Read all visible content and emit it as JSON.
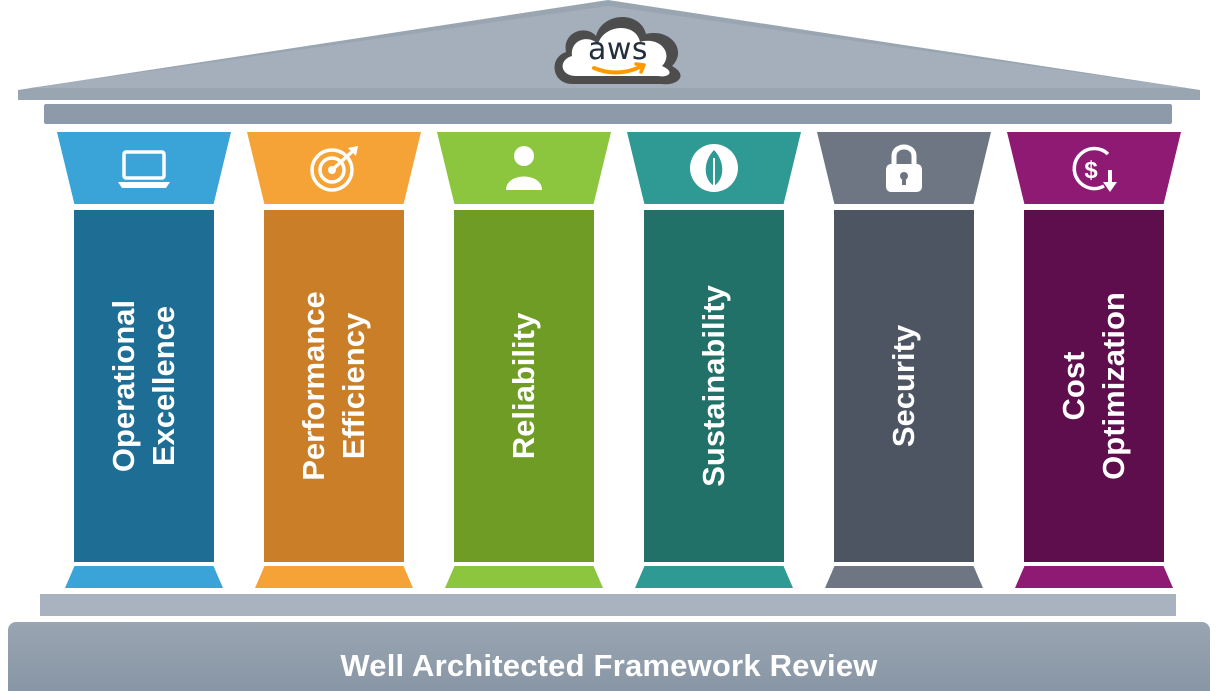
{
  "logo": {
    "text": "aws",
    "icon": "aws-cloud-logo",
    "smile_color": "#ff9900"
  },
  "pillars": [
    {
      "id": "operational-excellence",
      "lines": [
        "Operational",
        "Excellence"
      ],
      "icon": "laptop-icon",
      "cap_color": "#3aa3d7",
      "shaft_color": "#1d6d95",
      "base_color": "#3aa3d7"
    },
    {
      "id": "performance-efficiency",
      "lines": [
        "Performance",
        "Efficiency"
      ],
      "icon": "target-icon",
      "cap_color": "#f5a336",
      "shaft_color": "#c97e27",
      "base_color": "#f5a336"
    },
    {
      "id": "reliability",
      "lines": [
        "Reliability"
      ],
      "icon": "person-icon",
      "cap_color": "#8cc63e",
      "shaft_color": "#6f9c24",
      "base_color": "#8cc63e"
    },
    {
      "id": "sustainability",
      "lines": [
        "Sustainability"
      ],
      "icon": "leaf-icon",
      "cap_color": "#2f9a93",
      "shaft_color": "#217169",
      "base_color": "#2f9a93"
    },
    {
      "id": "security",
      "lines": [
        "Security"
      ],
      "icon": "lock-icon",
      "cap_color": "#6f7683",
      "shaft_color": "#4e5562",
      "base_color": "#6f7683"
    },
    {
      "id": "cost-optimization",
      "lines": [
        "Cost",
        "Optimization"
      ],
      "icon": "dollar-icon",
      "cap_color": "#8e1a73",
      "shaft_color": "#5e0e4c",
      "base_color": "#8e1a73"
    }
  ],
  "footer": {
    "title": "Well Architected Framework Review"
  },
  "colors": {
    "roof": "#9aa5b2",
    "beam": "#8d9aa9",
    "steps": "#a9b3bf"
  }
}
